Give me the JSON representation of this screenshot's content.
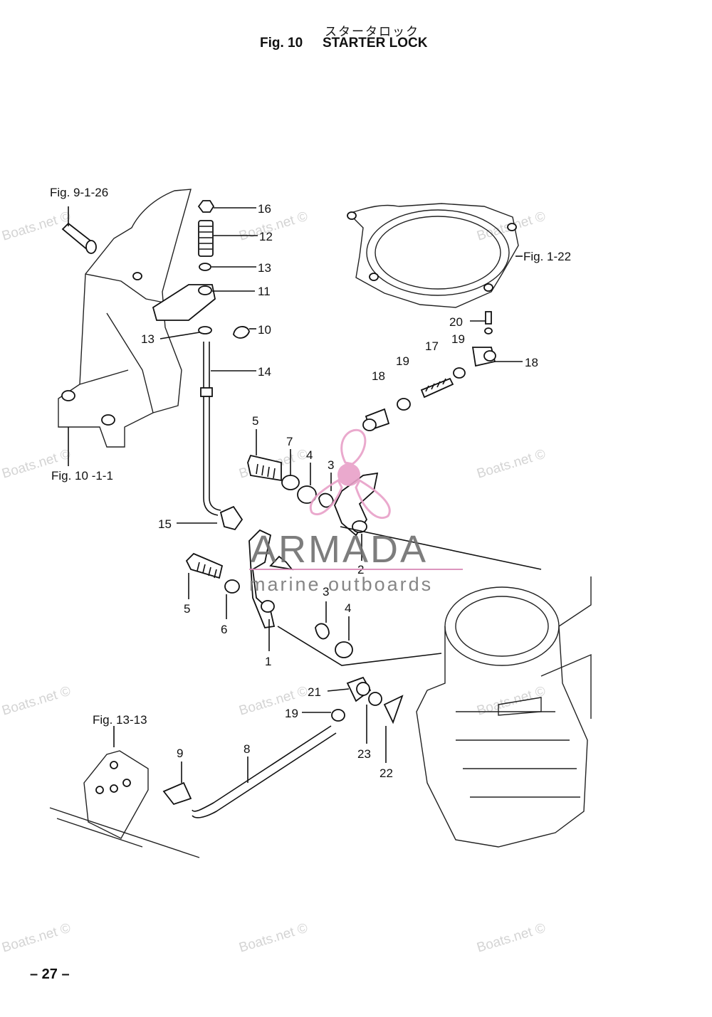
{
  "header": {
    "title_jp": "スタータロック",
    "fig_label": "Fig. 10",
    "title": "STARTER LOCK"
  },
  "refs": {
    "fig_9_1_26": "Fig. 9-1-26",
    "fig_1_22": "Fig. 1-22",
    "fig_10_1_1": "Fig. 10 -1-1",
    "fig_13_13": "Fig. 13-13"
  },
  "callouts": {
    "c16": "16",
    "c12": "12",
    "c13a": "13",
    "c11": "11",
    "c13b": "13",
    "c10": "10",
    "c14": "14",
    "c20": "20",
    "c19a": "19",
    "c17": "17",
    "c18a": "18",
    "c19b": "19",
    "c18b": "18",
    "c5a": "5",
    "c7": "7",
    "c4a": "4",
    "c3a": "3",
    "c15": "15",
    "c2": "2",
    "c5b": "5",
    "c6": "6",
    "c3b": "3",
    "c4b": "4",
    "c1": "1",
    "c21": "21",
    "c19c": "19",
    "c23": "23",
    "c22": "22",
    "c9": "9",
    "c8": "8"
  },
  "watermark": {
    "text": "Boats.net ©",
    "brand": "ARMADA",
    "brand_sub": "marine outboards",
    "logo_color": "#e8a0c8",
    "line_color": "#d98ab8"
  },
  "footer": {
    "page": "– 27 –"
  }
}
